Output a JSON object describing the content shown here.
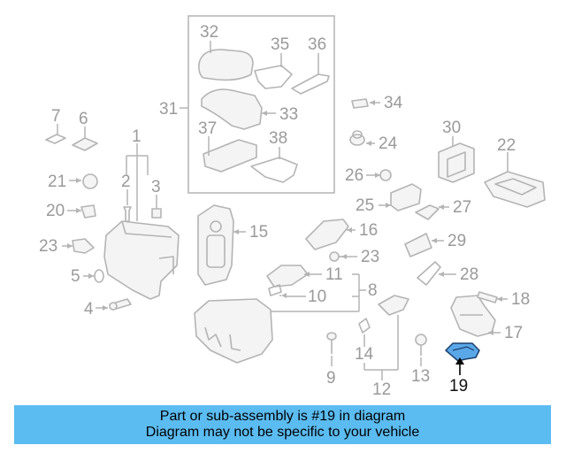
{
  "labels": {
    "p1": "1",
    "p2": "2",
    "p3": "3",
    "p4": "4",
    "p5": "5",
    "p6": "6",
    "p7": "7",
    "p8": "8",
    "p9": "9",
    "p10": "10",
    "p11": "11",
    "p12": "12",
    "p13": "13",
    "p14": "14",
    "p15": "15",
    "p16": "16",
    "p17": "17",
    "p18": "18",
    "p19": "19",
    "p20": "20",
    "p21": "21",
    "p22": "22",
    "p23a": "23",
    "p23b": "23",
    "p24": "24",
    "p25": "25",
    "p26": "26",
    "p27": "27",
    "p28": "28",
    "p29": "29",
    "p30": "30",
    "p31": "31",
    "p32": "32",
    "p33": "33",
    "p34": "34",
    "p35": "35",
    "p36": "36",
    "p37": "37",
    "p38": "38"
  },
  "highlighted_part": "19",
  "banner": {
    "line1": "Part or sub-assembly is #19 in diagram",
    "line2": "Diagram may not be specific to your vehicle"
  },
  "colors": {
    "banner_bg": "#5bbcf2",
    "highlight_fill": "#5aa7e8",
    "part_stroke": "#b4b4b4",
    "label_gray": "#9a9a9a"
  }
}
